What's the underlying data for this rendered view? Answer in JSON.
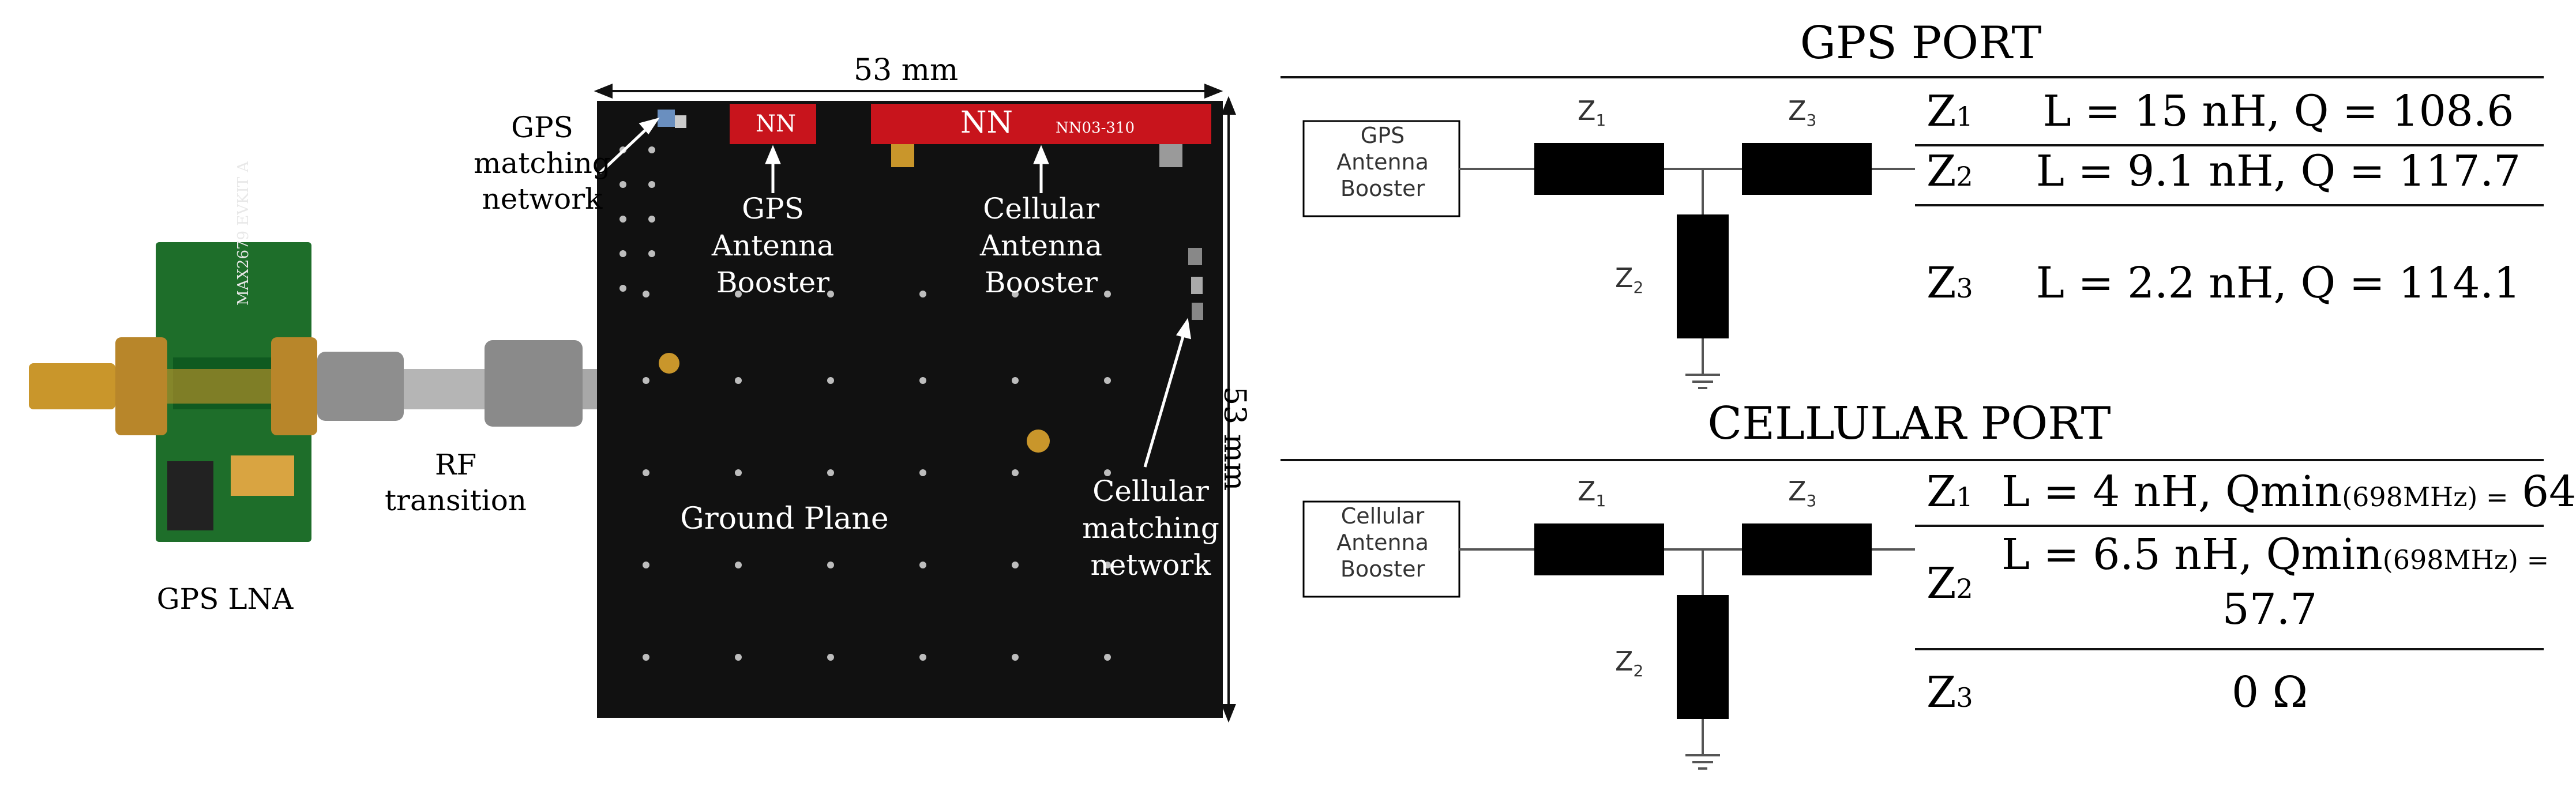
{
  "photo": {
    "dimension_top": "53 mm",
    "dimension_right": "53 mm",
    "labels": {
      "gps_lna": "GPS LNA",
      "rf_transition_1": "RF",
      "rf_transition_2": "transition",
      "gps_matching_1": "GPS",
      "gps_matching_2": "matching",
      "gps_matching_3": "network",
      "gps_booster_1": "GPS",
      "gps_booster_2": "Antenna",
      "gps_booster_3": "Booster",
      "cell_booster_1": "Cellular",
      "cell_booster_2": "Antenna",
      "cell_booster_3": "Booster",
      "cell_matching_1": "Cellular",
      "cell_matching_2": "matching",
      "cell_matching_3": "network",
      "ground_plane": "Ground Plane"
    },
    "chip_text": "NN03-310",
    "pcb_text": "MAX2679 EVKIT A"
  },
  "gps_port": {
    "title": "GPS PORT",
    "box_line1": "GPS",
    "box_line2": "Antenna",
    "box_line3": "Booster",
    "z1": "Z",
    "z1_sub": "1",
    "z2": "Z",
    "z2_sub": "2",
    "z3": "Z",
    "z3_sub": "3",
    "rows": [
      {
        "name": "Z",
        "sub": "1",
        "value": "L = 15 nH, Q = 108.6"
      },
      {
        "name": "Z",
        "sub": "2",
        "value": "L = 9.1 nH, Q = 117.7"
      },
      {
        "name": "Z",
        "sub": "3",
        "value": "L = 2.2 nH, Q = 114.1"
      }
    ]
  },
  "cellular_port": {
    "title": "CELLULAR PORT",
    "box_line1": "Cellular",
    "box_line2": "Antenna",
    "box_line3": "Booster",
    "z1": "Z",
    "z1_sub": "1",
    "z2": "Z",
    "z2_sub": "2",
    "z3": "Z",
    "z3_sub": "3",
    "rows": [
      {
        "name": "Z",
        "sub": "1",
        "value_a": "L = 4 nH, Qmin",
        "value_sub": "(698MHz) =",
        "value_b": " 64"
      },
      {
        "name": "Z",
        "sub": "2",
        "value_a": "L = 6.5 nH, Qmin",
        "value_sub": "(698MHz) =",
        "value_c": "57.7"
      },
      {
        "name": "Z",
        "sub": "3",
        "value": "0 Ω"
      }
    ]
  },
  "colors": {
    "pcb": "#111111",
    "booster": "#c8141c",
    "lna_pcb": "#1e6e2a",
    "gold": "#c9962b",
    "silver": "#9a9a9a"
  }
}
